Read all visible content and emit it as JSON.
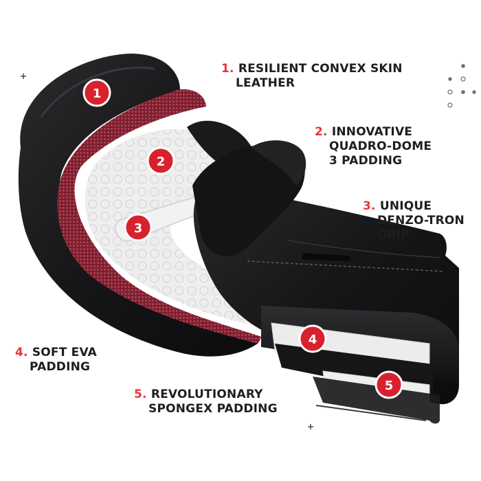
{
  "labels": [
    {
      "number": "1.",
      "lines": [
        "RESILIENT CONVEX SKIN",
        "LEATHER"
      ]
    },
    {
      "number": "2.",
      "lines": [
        "INNOVATIVE",
        "QUADRO-DOME",
        "3 PADDING"
      ]
    },
    {
      "number": "3.",
      "lines": [
        "UNIQUE",
        "DENZO-TRON",
        "GRIP"
      ]
    },
    {
      "number": "4.",
      "lines": [
        "SOFT EVA",
        "PADDING"
      ]
    },
    {
      "number": "5.",
      "lines": [
        "REVOLUTIONARY",
        "SPONGEX PADDING"
      ]
    }
  ],
  "markers": [
    "1",
    "2",
    "3",
    "4",
    "5"
  ],
  "colors": {
    "accent_red": "#e8343c",
    "marker_red": "#d7222e",
    "text_dark": "#1e1e1e",
    "glove_black": "#1b1b1d",
    "mesh_red": "#8a2a35",
    "foam_white": "#ededed"
  },
  "icons": [
    "plus-icon",
    "dot-grid-icon"
  ]
}
